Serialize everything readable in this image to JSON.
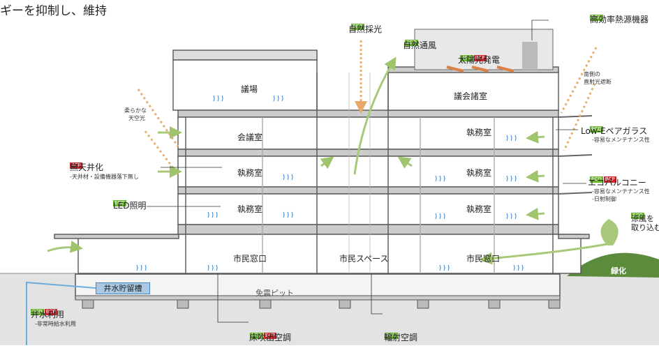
{
  "header": {
    "text": "ギーを抑制し、維持"
  },
  "tags": {
    "eco": "ECO",
    "bcp": "BCP"
  },
  "labels": {
    "natural_light": "自然採光",
    "natural_ventilation": "自然通風",
    "solar_power": "太陽光発電",
    "heat_source": "高効率熱源機器",
    "south_sun": "南側の",
    "south_sun2": "直射光遮断",
    "soft_sky": "柔らかな",
    "soft_sky2": "天空光",
    "no_ceiling": "無天井化",
    "no_ceiling_sub": "-天井材・設備機器落下無し",
    "led": "LED照明",
    "low_e": "Low-Eペアガラス",
    "low_e_sub": "-容易なメンテナンス性",
    "eco_balcony": "エコバルコニー",
    "eco_balcony_sub1": "-容易なメンテナンス性",
    "eco_balcony_sub2": "-日射制御",
    "cool_wind": "涼風を",
    "cool_wind2": "取り込む",
    "greening": "緑化",
    "well_water_tank": "井水貯留槽",
    "well_water": "井水利用",
    "well_water_sub": "-非常時給水利用",
    "floor_ac": "床吹出空調",
    "radiant_ac": "輻射空調",
    "seismic_pit": "免震ピット"
  },
  "rooms": {
    "assembly": "議場",
    "council_room": "議会諸室",
    "meeting": "会議室",
    "office_a": "執務室",
    "office_b": "執務室",
    "office_c": "執務室",
    "office_d": "執務室",
    "office_e": "執務室",
    "civic_window_a": "市民窓口",
    "civic_space": "市民スペース",
    "civic_window_b": "市民窓口"
  },
  "colors": {
    "eco": "#6ab42d",
    "bcp": "#c8262c",
    "air_arrow": "#a9c97a",
    "sun_arrow": "#e8b070",
    "heat_wave": "#3a7fc0",
    "ground": "#d9d9d9",
    "greening": "#5a8a3a"
  }
}
